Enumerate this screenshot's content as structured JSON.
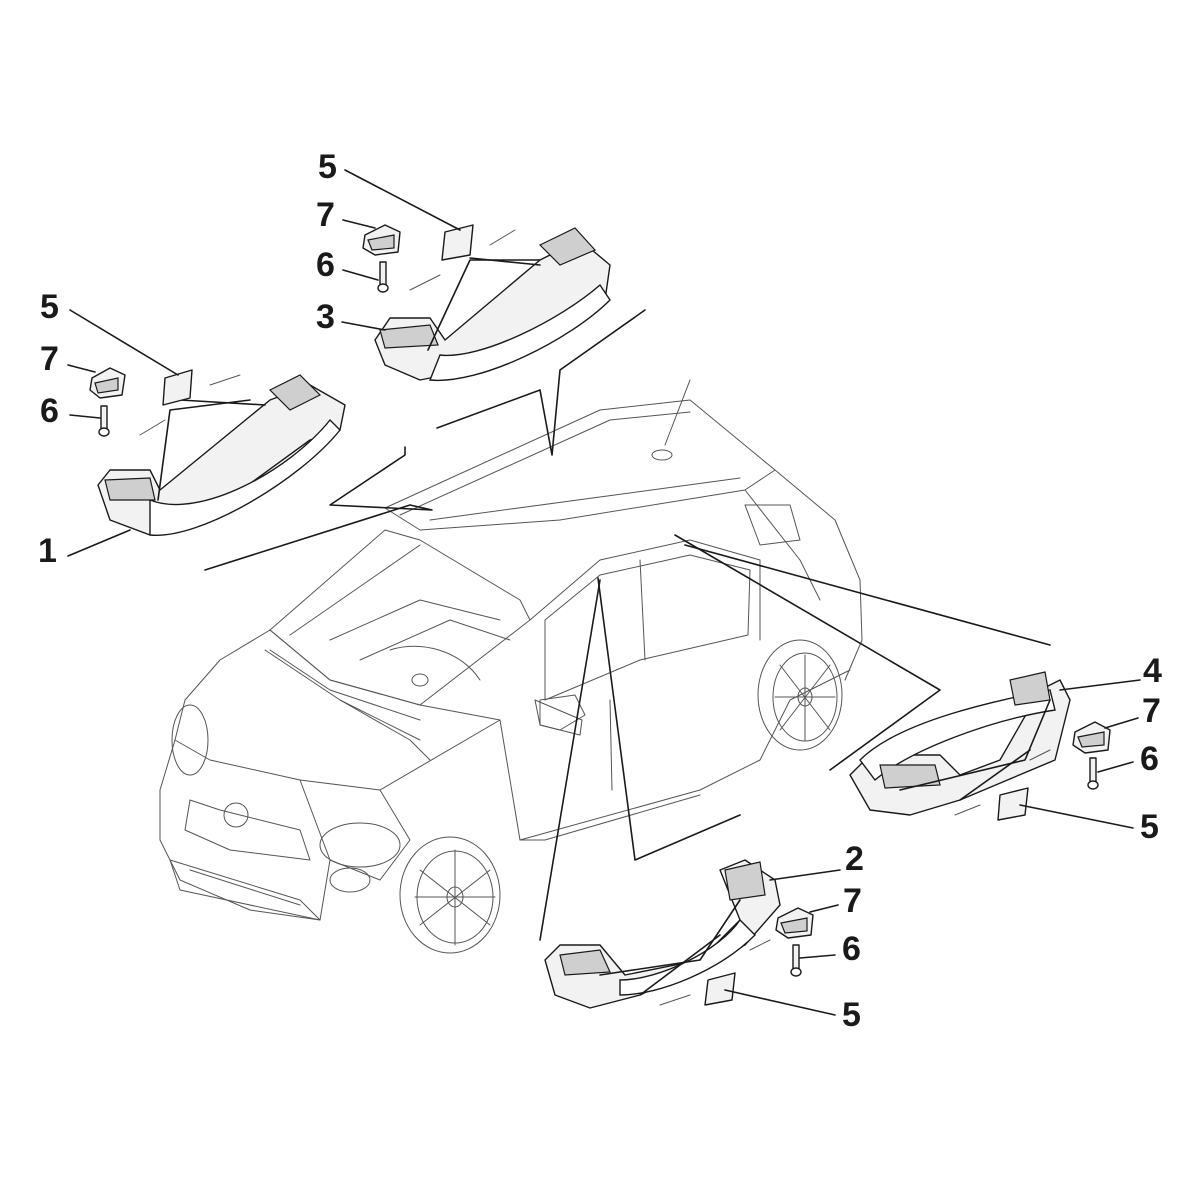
{
  "callouts": [
    {
      "id": "c1",
      "text": "1"
    },
    {
      "id": "c2",
      "text": "2"
    },
    {
      "id": "c3",
      "text": "3"
    },
    {
      "id": "c4",
      "text": "4"
    },
    {
      "id": "c5a",
      "text": "5"
    },
    {
      "id": "c5b",
      "text": "5"
    },
    {
      "id": "c5c",
      "text": "5"
    },
    {
      "id": "c5d",
      "text": "5"
    },
    {
      "id": "c6a",
      "text": "6"
    },
    {
      "id": "c6b",
      "text": "6"
    },
    {
      "id": "c6c",
      "text": "6"
    },
    {
      "id": "c6d",
      "text": "6"
    },
    {
      "id": "c7a",
      "text": "7"
    },
    {
      "id": "c7b",
      "text": "7"
    },
    {
      "id": "c7c",
      "text": "7"
    },
    {
      "id": "c7d",
      "text": "7"
    }
  ],
  "colors": {
    "line": "#1a1a1a",
    "background": "#ffffff",
    "part_fill": "#f2f2f2"
  }
}
